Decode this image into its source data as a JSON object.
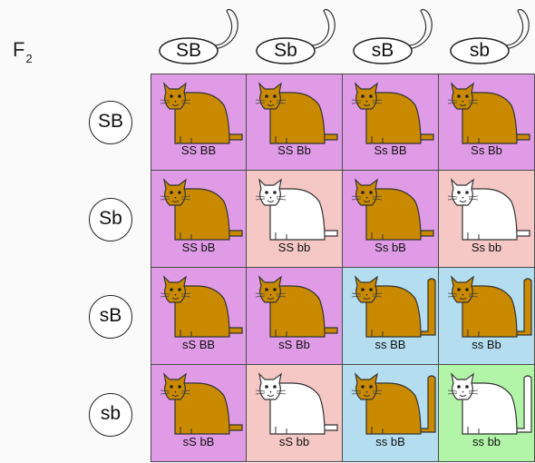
{
  "generation": {
    "base": "F",
    "subscript": "2"
  },
  "sperm_gametes": [
    "SB",
    "Sb",
    "sB",
    "sb"
  ],
  "egg_gametes": [
    "SB",
    "Sb",
    "sB",
    "sb"
  ],
  "colors": {
    "purple": "#df9be6",
    "pink": "#f5c7c5",
    "blue": "#b4ddf0",
    "green": "#b3f5a8",
    "orange_cat": "#c98a00",
    "white_cat": "#ffffff"
  },
  "cells": [
    [
      {
        "genotype": "SS BB",
        "bg": "purple",
        "cat": "orange",
        "tail": "short"
      },
      {
        "genotype": "SS Bb",
        "bg": "purple",
        "cat": "orange",
        "tail": "short"
      },
      {
        "genotype": "Ss BB",
        "bg": "purple",
        "cat": "orange",
        "tail": "short"
      },
      {
        "genotype": "Ss Bb",
        "bg": "purple",
        "cat": "orange",
        "tail": "short"
      }
    ],
    [
      {
        "genotype": "SS bB",
        "bg": "purple",
        "cat": "orange",
        "tail": "short"
      },
      {
        "genotype": "SS bb",
        "bg": "pink",
        "cat": "white",
        "tail": "short"
      },
      {
        "genotype": "Ss bB",
        "bg": "purple",
        "cat": "orange",
        "tail": "short"
      },
      {
        "genotype": "Ss bb",
        "bg": "pink",
        "cat": "white",
        "tail": "short"
      }
    ],
    [
      {
        "genotype": "sS BB",
        "bg": "purple",
        "cat": "orange",
        "tail": "short"
      },
      {
        "genotype": "sS Bb",
        "bg": "purple",
        "cat": "orange",
        "tail": "short"
      },
      {
        "genotype": "ss BB",
        "bg": "blue",
        "cat": "orange",
        "tail": "long"
      },
      {
        "genotype": "ss Bb",
        "bg": "blue",
        "cat": "orange",
        "tail": "long"
      }
    ],
    [
      {
        "genotype": "sS bB",
        "bg": "purple",
        "cat": "orange",
        "tail": "short"
      },
      {
        "genotype": "sS bb",
        "bg": "pink",
        "cat": "white",
        "tail": "short"
      },
      {
        "genotype": "ss bB",
        "bg": "blue",
        "cat": "orange",
        "tail": "long"
      },
      {
        "genotype": "ss bb",
        "bg": "green",
        "cat": "white",
        "tail": "long"
      }
    ]
  ]
}
